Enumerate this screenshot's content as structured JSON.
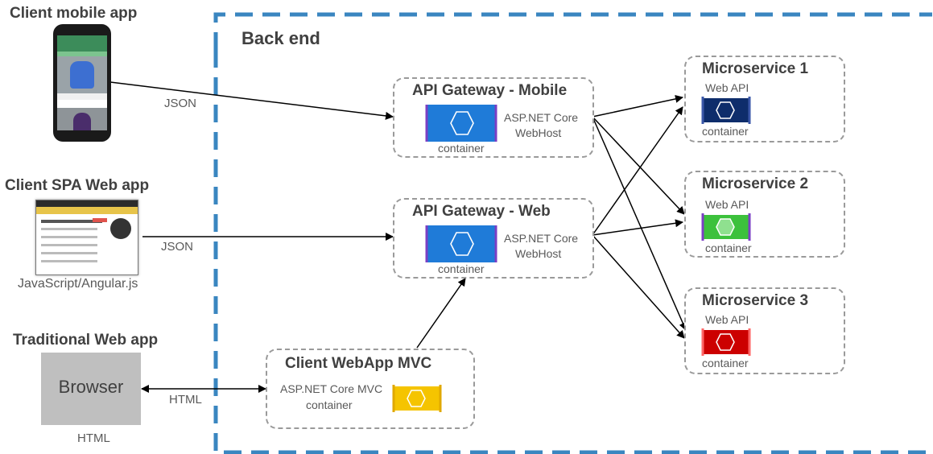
{
  "clients": {
    "mobile": {
      "title": "Client mobile app",
      "link_label": "JSON"
    },
    "spa": {
      "title": "Client SPA Web app",
      "link_label": "JSON",
      "caption": "JavaScript/Angular.js"
    },
    "traditional": {
      "title": "Traditional Web app",
      "browser_label": "Browser",
      "link_label": "HTML",
      "caption": "HTML"
    }
  },
  "backend": {
    "title": "Back end"
  },
  "gateways": [
    {
      "title": "API Gateway - Mobile",
      "host_line1": "ASP.NET Core",
      "host_line2": "WebHost",
      "container_label": "container",
      "color": "#1f7bd8"
    },
    {
      "title": "API Gateway - Web",
      "host_line1": "ASP.NET Core",
      "host_line2": "WebHost",
      "container_label": "container",
      "color": "#1f7bd8"
    }
  ],
  "mvc": {
    "title": "Client WebApp MVC",
    "line1": "ASP.NET Core MVC",
    "line2": "container",
    "color": "#f5c400"
  },
  "microservices": [
    {
      "title": "Microservice 1",
      "api_label": "Web API",
      "container_label": "container",
      "color": "#0e2d6b"
    },
    {
      "title": "Microservice 2",
      "api_label": "Web API",
      "container_label": "container",
      "color": "#3cc13c"
    },
    {
      "title": "Microservice 3",
      "api_label": "Web API",
      "container_label": "container",
      "color": "#cc0000"
    }
  ]
}
